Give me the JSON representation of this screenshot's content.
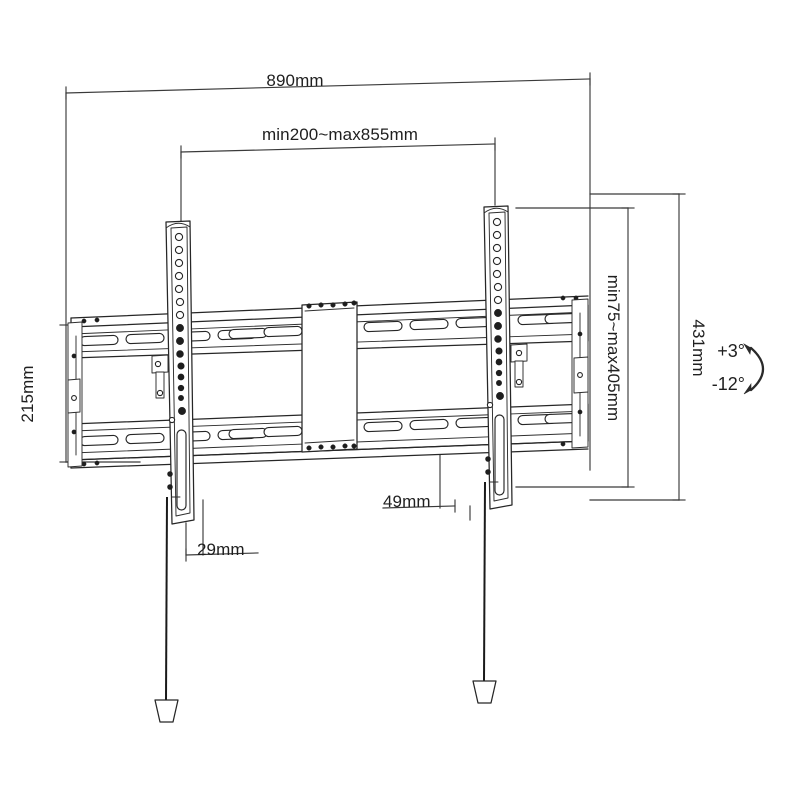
{
  "drawing": {
    "title": "TV Wall Mount Bracket Dimensional Drawing",
    "background_color": "#ffffff",
    "line_color": "#262626",
    "dimension_line_color": "#3a3a3a",
    "text_color": "#1f1f1f"
  },
  "dimensions": {
    "overall_width": "890mm",
    "vesa_horizontal_range": "min200~max855mm",
    "vesa_vertical_range": "min75~max405mm",
    "overall_height": "431mm",
    "plate_height": "215mm",
    "depth_left": "29mm",
    "depth_right": "49mm"
  },
  "tilt": {
    "up_angle": "+3°",
    "down_angle": "-12°"
  },
  "icons": {
    "tilt_arc": "curved-tilt-arrow-icon",
    "arrow_tick": "dimension-arrow-tick-icon",
    "pull_cord_tab": "pull-cord-tab-icon"
  }
}
